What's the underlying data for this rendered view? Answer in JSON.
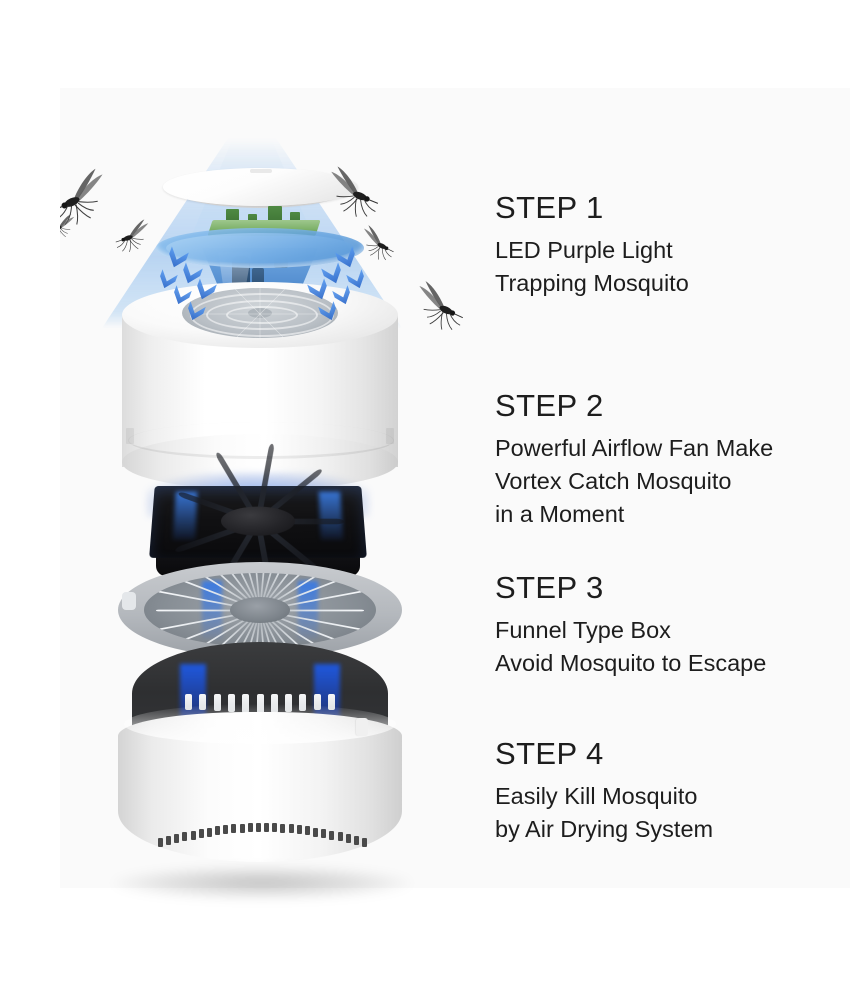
{
  "page": {
    "background_color": "#ffffff",
    "panel_color": "#fafafa",
    "text_color": "#1d1d1d",
    "accent_blue": "#3c82f0",
    "pcb_green": "#7fb26b"
  },
  "steps": [
    {
      "title": "STEP 1",
      "lines": [
        "LED Purple Light",
        "Trapping Mosquito"
      ]
    },
    {
      "title": "STEP 2",
      "lines": [
        "Powerful Airflow Fan Make",
        "Vortex Catch Mosquito",
        "in a Moment"
      ]
    },
    {
      "title": "STEP 3",
      "lines": [
        "Funnel Type Box",
        "Avoid Mosquito to Escape"
      ]
    },
    {
      "title": "STEP 4",
      "lines": [
        "Easily Kill Mosquito",
        "by Air Drying System"
      ]
    }
  ],
  "product": {
    "name": "mosquito-killer-lamp-exploded-view",
    "parts": [
      {
        "id": "top-lid",
        "label": "white top cover disc"
      },
      {
        "id": "led-pcb",
        "label": "green LED circuit board"
      },
      {
        "id": "blue-funnel",
        "label": "blue translucent funnel insert"
      },
      {
        "id": "light-cone",
        "label": "UV light beam"
      },
      {
        "id": "main-body",
        "label": "white cylinder housing with grille"
      },
      {
        "id": "fan-module",
        "label": "black airflow fan"
      },
      {
        "id": "fin-ring",
        "label": "gray funnel fin ring"
      },
      {
        "id": "collection-chamber",
        "label": "white bottom storage cup"
      }
    ],
    "airflow_arrow_count": 12,
    "mosquito_count": 6
  }
}
